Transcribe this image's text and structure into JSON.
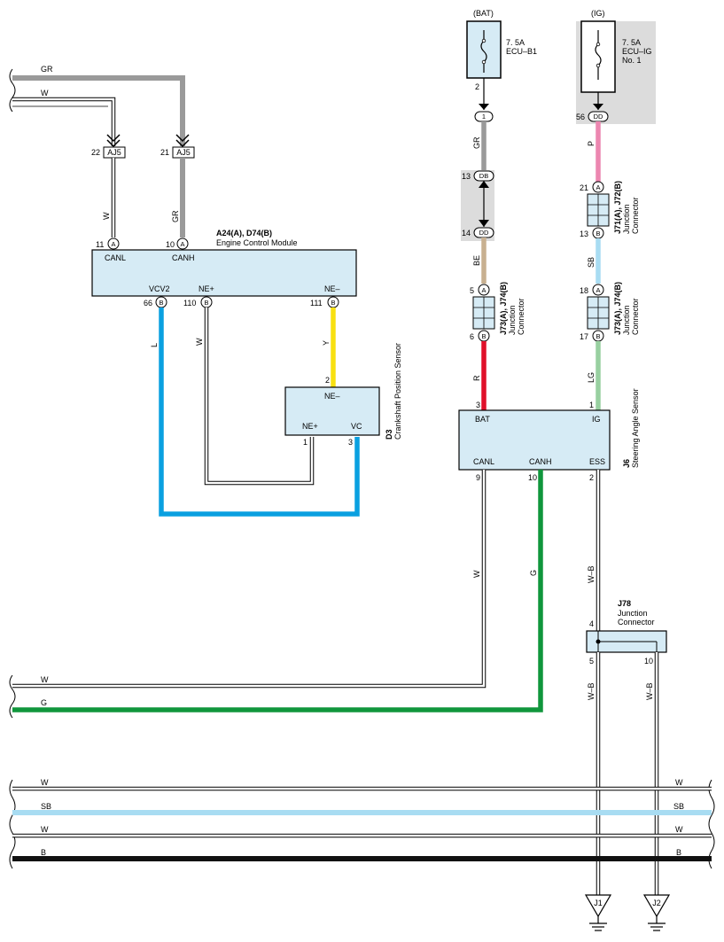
{
  "colors": {
    "GR": "#9a9a9a",
    "W": "#ffffff",
    "L": "#0aa0e0",
    "Y": "#f8e010",
    "BE": "#c8b090",
    "R": "#e0102a",
    "P": "#ec86b0",
    "SB": "#a8dcf2",
    "LG": "#98d0a0",
    "G": "#10963c",
    "B": "#111111",
    "box": "#d6ebf5",
    "shade": "#dcdcdc"
  },
  "bus_left_top": [
    {
      "label": "GR",
      "color": "GR"
    },
    {
      "label": "W",
      "color": "W"
    }
  ],
  "aj5": [
    {
      "pin": "22",
      "label": "AJ5"
    },
    {
      "pin": "21",
      "label": "AJ5"
    }
  ],
  "ecm": {
    "ref": "A24(A), D74(B)",
    "name": "Engine Control Module",
    "top_pins": [
      {
        "num": "11",
        "conn": "A",
        "label": "CANL",
        "wire": "W"
      },
      {
        "num": "10",
        "conn": "A",
        "label": "CANH",
        "wire": "GR"
      }
    ],
    "bottom_pins": [
      {
        "num": "66",
        "conn": "B",
        "label": "VCV2",
        "wire": "L"
      },
      {
        "num": "110",
        "conn": "B",
        "label": "NE+",
        "wire": "W"
      },
      {
        "num": "111",
        "conn": "B",
        "label": "NE–",
        "wire": "Y"
      }
    ]
  },
  "crank": {
    "ref": "D3",
    "name": "Crankshaft Position Sensor",
    "pins": [
      {
        "num": "2",
        "label": "NE–"
      },
      {
        "num": "1",
        "label": "NE+"
      },
      {
        "num": "3",
        "label": "VC"
      }
    ]
  },
  "fuse_bat": {
    "header": "(BAT)",
    "rating": "7. 5A",
    "name": "ECU–B1",
    "pin": "2"
  },
  "fuse_ig": {
    "header": "(IG)",
    "rating": "7. 5A",
    "name_line1": "ECU–IG",
    "name_line2": "No. 1",
    "pin": "56",
    "conn": "DD"
  },
  "bat_chain": {
    "conn1": "1",
    "wire1": "GR",
    "db_pin": "13",
    "db_label": "DB",
    "dd_pin": "14",
    "dd_label": "DD",
    "wire2": "BE",
    "wire3": "R"
  },
  "ig_chain": {
    "wire1": "P",
    "wire2": "SB",
    "wire3": "LG"
  },
  "junctions": {
    "j71": {
      "ref": "J71(A), J72(B)",
      "name": "Junction",
      "name2": "Connector",
      "top_pin": "21",
      "top_conn": "A",
      "bot_pin": "13",
      "bot_conn": "B"
    },
    "j73_left": {
      "ref": "J73(A), J74(B)",
      "name": "Junction",
      "name2": "Connector",
      "top_pin": "5",
      "top_conn": "A",
      "bot_pin": "6",
      "bot_conn": "B"
    },
    "j73_right": {
      "ref": "J73(A), J74(B)",
      "name": "Junction",
      "name2": "Connector",
      "top_pin": "18",
      "top_conn": "A",
      "bot_pin": "17",
      "bot_conn": "B"
    },
    "j78": {
      "ref": "J78",
      "name": "Junction",
      "name2": "Connector",
      "pin_in": "4",
      "pin_out1": "5",
      "pin_out2": "10"
    }
  },
  "steer": {
    "ref": "J6",
    "name": "Steering Angle Sensor",
    "pins": [
      {
        "num": "3",
        "label": "BAT"
      },
      {
        "num": "1",
        "label": "IG"
      },
      {
        "num": "9",
        "label": "CANL",
        "wire": "W"
      },
      {
        "num": "10",
        "label": "CANH",
        "wire": "G"
      },
      {
        "num": "2",
        "label": "ESS",
        "wire": "W–B"
      }
    ]
  },
  "j78_wires": {
    "out1": "W–B",
    "out2": "W–B"
  },
  "bus_left_mid": [
    {
      "label": "W",
      "color": "W"
    },
    {
      "label": "G",
      "color": "G"
    }
  ],
  "bus_bottom": [
    {
      "label": "W",
      "color": "W"
    },
    {
      "label": "SB",
      "color": "SB"
    },
    {
      "label": "W",
      "color": "W"
    },
    {
      "label": "B",
      "color": "B"
    }
  ],
  "grounds": [
    {
      "label": "J1"
    },
    {
      "label": "J2"
    }
  ]
}
